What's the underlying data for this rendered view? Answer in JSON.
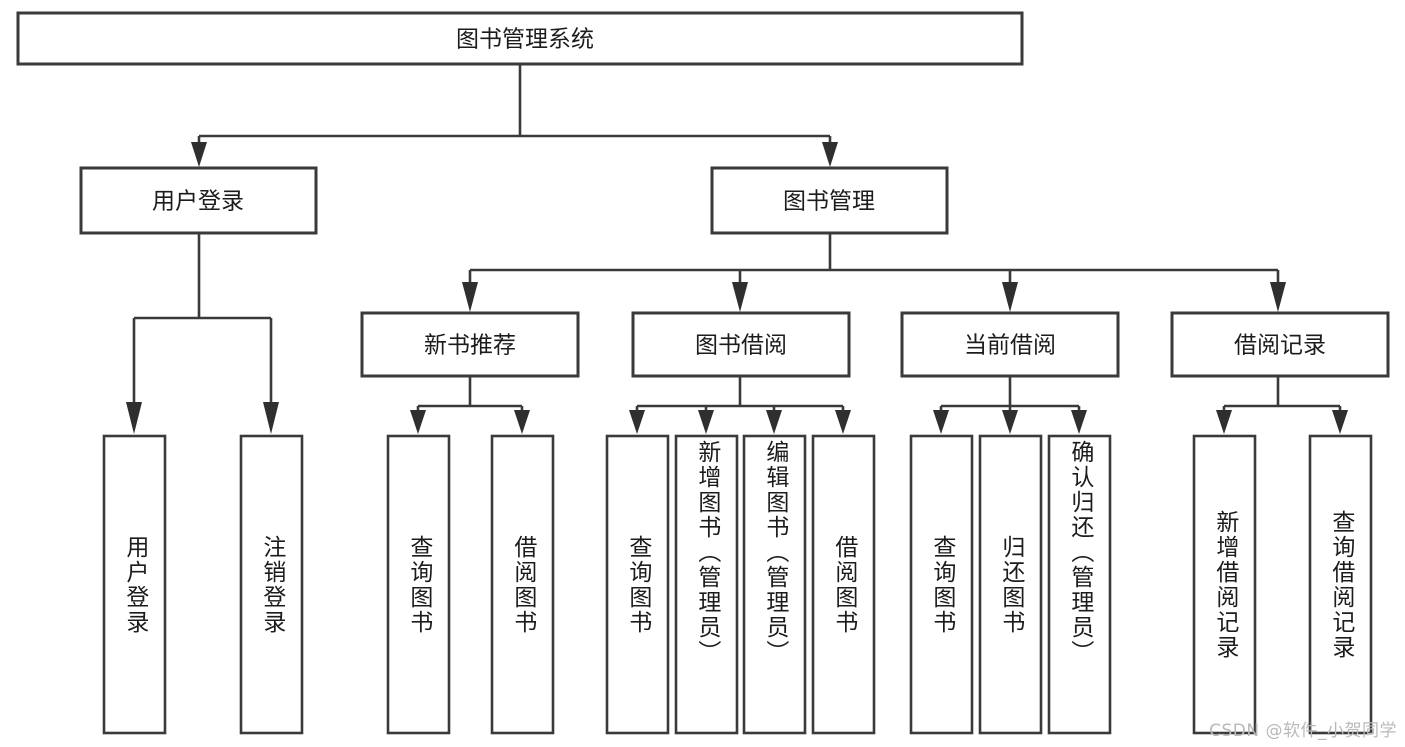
{
  "diagram": {
    "title": "图书管理系统",
    "type": "tree",
    "watermark": "CSDN @软件_小贺同学",
    "colors": {
      "box_stroke": "#3a3a3a",
      "connector": "#3a3a3a",
      "arrow": "#2f2f2f",
      "text": "#1c1c1c",
      "background": "#ffffff",
      "watermark": "#b9b9b9"
    },
    "root": {
      "label": "图书管理系统"
    },
    "level2": [
      {
        "label": "用户登录"
      },
      {
        "label": "图书管理"
      }
    ],
    "level3": [
      {
        "label": "新书推荐"
      },
      {
        "label": "图书借阅"
      },
      {
        "label": "当前借阅"
      },
      {
        "label": "借阅记录"
      }
    ],
    "leaves": {
      "user_login": [
        {
          "label": "用户登录"
        },
        {
          "label": "注销登录"
        }
      ],
      "new_book_recommend": [
        {
          "label": "查询图书"
        },
        {
          "label": "借阅图书"
        }
      ],
      "book_borrow": [
        {
          "label": "查询图书"
        },
        {
          "label": "新增图书（管理员）"
        },
        {
          "label": "编辑图书（管理员）"
        },
        {
          "label": "借阅图书"
        }
      ],
      "current_borrow": [
        {
          "label": "查询图书"
        },
        {
          "label": "归还图书"
        },
        {
          "label": "确认归还（管理员）"
        }
      ],
      "borrow_record": [
        {
          "label": "新增借阅记录"
        },
        {
          "label": "查询借阅记录"
        }
      ]
    }
  }
}
